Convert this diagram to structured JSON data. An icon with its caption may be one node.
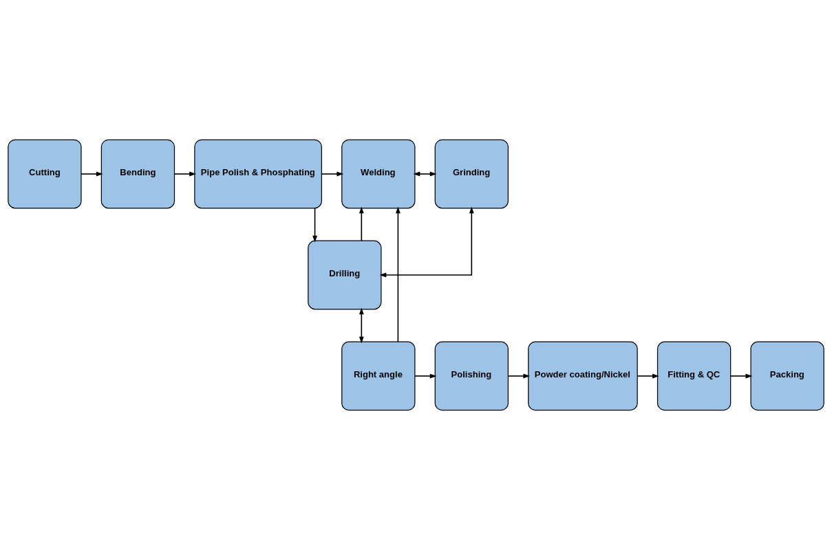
{
  "diagram": {
    "nodes": [
      {
        "text": [
          "Cutting"
        ]
      },
      {
        "text": [
          "Bending"
        ]
      },
      {
        "text": [
          "Pipe Polish & Phosphating"
        ]
      },
      {
        "text": [
          "Welding"
        ]
      },
      {
        "text": [
          "Grinding"
        ]
      },
      {
        "text": [
          "Drilling"
        ]
      },
      {
        "text": [
          "Right angle"
        ]
      },
      {
        "text": [
          "Polishing"
        ]
      },
      {
        "text": [
          "Powder coating/Nickel"
        ]
      },
      {
        "text": [
          "Fitting & QC"
        ]
      },
      {
        "text": [
          "Packing"
        ]
      }
    ],
    "edges": [
      {
        "from": 0,
        "to": 1,
        "arrow": "to"
      },
      {
        "from": 1,
        "to": 2,
        "arrow": "to"
      },
      {
        "from": 2,
        "to": 3,
        "arrow": "to"
      },
      {
        "from": 3,
        "to": 4,
        "arrow": "both"
      },
      {
        "from": 4,
        "to": 5,
        "arrow": "both"
      },
      {
        "from": 2,
        "to": 5,
        "arrow": "to"
      },
      {
        "from": 5,
        "to": 3,
        "arrow": "to"
      },
      {
        "from": 6,
        "to": 3,
        "arrow": "to"
      },
      {
        "from": 5,
        "to": 6,
        "arrow": "both"
      },
      {
        "from": 6,
        "to": 7,
        "arrow": "to"
      },
      {
        "from": 7,
        "to": 8,
        "arrow": "to"
      },
      {
        "from": 8,
        "to": 9,
        "arrow": "to"
      },
      {
        "from": 9,
        "to": 10,
        "arrow": "to"
      }
    ]
  }
}
